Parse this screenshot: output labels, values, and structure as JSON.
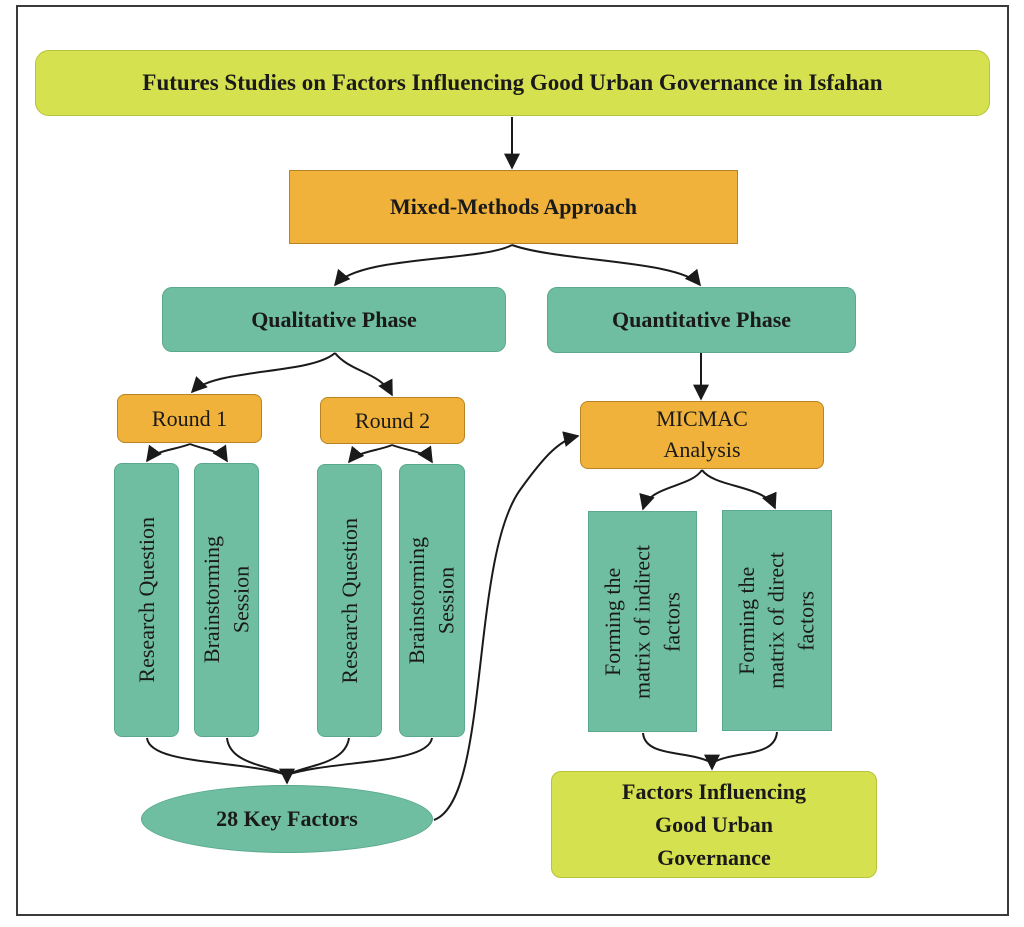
{
  "title": "Futures Studies on Factors Influencing Good Urban  Governance in Isfahan",
  "mixed_methods": "Mixed-Methods Approach",
  "qualitative_phase": "Qualitative Phase",
  "quantitative_phase": "Quantitative Phase",
  "round1": "Round 1",
  "round2": "Round 2",
  "micmac": "MICMAC\nAnalysis",
  "round1_items": [
    "Research Question",
    "Brainstorming\nSession"
  ],
  "round2_items": [
    "Research Question",
    "Brainstorming\nSession"
  ],
  "matrix_indirect": "Forming the\nmatrix of indirect\nfactors",
  "matrix_direct": "Forming the\nmatrix of direct\nfactors",
  "key_factors": "28 Key Factors",
  "final_output": "Factors Influencing\nGood Urban\nGovernance"
}
